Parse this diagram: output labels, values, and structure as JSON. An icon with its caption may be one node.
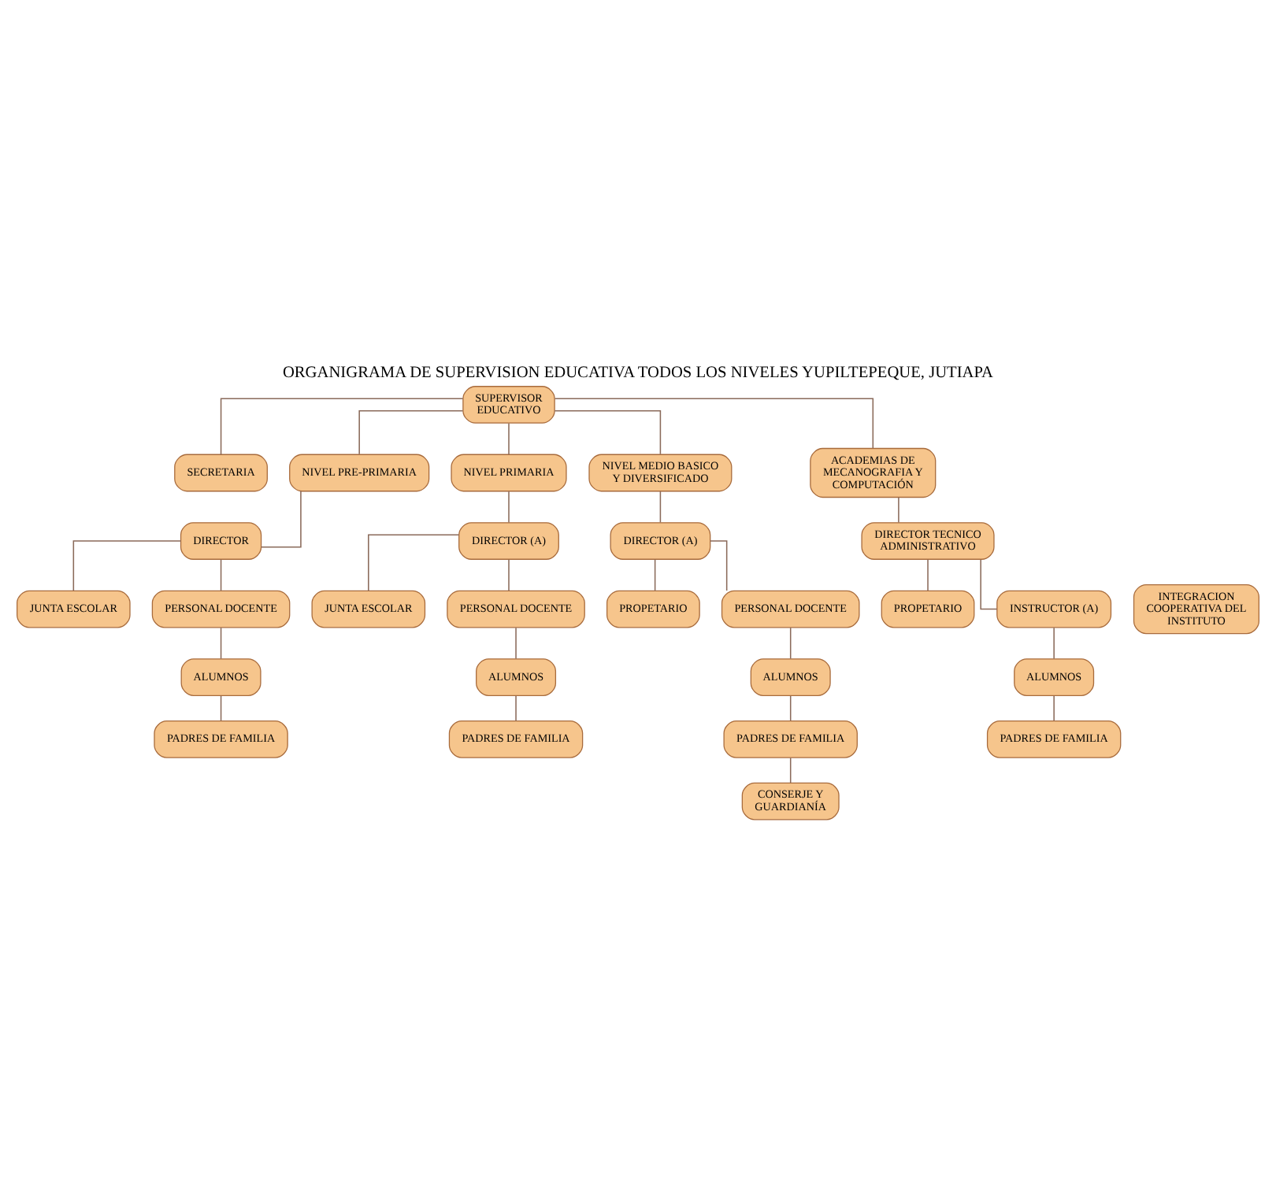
{
  "diagram": {
    "title": "ORGANIGRAMA DE SUPERVISION EDUCATIVA TODOS LOS NIVELES YUPILTEPEQUE, JUTIAPA",
    "nodes": [
      {
        "text": [
          "SUPERVISOR EDUCATIVO"
        ]
      },
      {
        "text": [
          "SECRETARIA"
        ]
      },
      {
        "text": [
          "NIVEL PRE-PRIMARIA"
        ]
      },
      {
        "text": [
          "NIVEL PRIMARIA"
        ]
      },
      {
        "text": [
          "NIVEL MEDIO BASICO Y DIVERSIFICADO"
        ]
      },
      {
        "text": [
          "ACADEMIAS DE MECANOGRAFIA Y COMPUTACIÓN"
        ]
      },
      {
        "text": [
          "DIRECTOR"
        ]
      },
      {
        "text": [
          "DIRECTOR (A)"
        ]
      },
      {
        "text": [
          "DIRECTOR (A)"
        ]
      },
      {
        "text": [
          "DIRECTOR TECNICO ADMINISTRATIVO"
        ]
      },
      {
        "text": [
          "JUNTA ESCOLAR"
        ]
      },
      {
        "text": [
          "PROPETARIO"
        ]
      },
      {
        "text": [
          "INTEGRACION COOPERATIVA DEL INSTITUTO"
        ]
      },
      {
        "text": [
          "JUNTA ESCOLAR"
        ]
      },
      {
        "text": [
          "PROPETARIO"
        ]
      },
      {
        "text": [
          "PERSONAL DOCENTE"
        ]
      },
      {
        "text": [
          "PERSONAL DOCENTE"
        ]
      },
      {
        "text": [
          "PERSONAL DOCENTE"
        ]
      },
      {
        "text": [
          "INSTRUCTOR (A)"
        ]
      },
      {
        "text": [
          "ALUMNOS"
        ]
      },
      {
        "text": [
          "ALUMNOS"
        ]
      },
      {
        "text": [
          "ALUMNOS"
        ]
      },
      {
        "text": [
          "ALUMNOS"
        ]
      },
      {
        "text": [
          "PADRES DE FAMILIA"
        ]
      },
      {
        "text": [
          "PADRES DE FAMILIA"
        ]
      },
      {
        "text": [
          "PADRES DE FAMILIA"
        ]
      },
      {
        "text": [
          "PADRES DE FAMILIA"
        ]
      },
      {
        "text": [
          "CONSERJE Y GUARDIANÍA"
        ]
      }
    ],
    "edges": [
      {
        "from": 0,
        "to": 1,
        "arrow": "none"
      },
      {
        "from": 0,
        "to": 2,
        "arrow": "none"
      },
      {
        "from": 0,
        "to": 3,
        "arrow": "none"
      },
      {
        "from": 0,
        "to": 4,
        "arrow": "none"
      },
      {
        "from": 0,
        "to": 5,
        "arrow": "none"
      },
      {
        "from": 2,
        "to": 6,
        "arrow": "none"
      },
      {
        "from": 6,
        "to": 10,
        "arrow": "none"
      },
      {
        "from": 6,
        "to": 15,
        "arrow": "none"
      },
      {
        "from": 15,
        "to": 19,
        "arrow": "none"
      },
      {
        "from": 19,
        "to": 23,
        "arrow": "none"
      },
      {
        "from": 3,
        "to": 7,
        "arrow": "none"
      },
      {
        "from": 7,
        "to": 13,
        "arrow": "none"
      },
      {
        "from": 7,
        "to": 16,
        "arrow": "none"
      },
      {
        "from": 16,
        "to": 20,
        "arrow": "none"
      },
      {
        "from": 20,
        "to": 24,
        "arrow": "none"
      },
      {
        "from": 4,
        "to": 8,
        "arrow": "none"
      },
      {
        "from": 8,
        "to": 11,
        "arrow": "none"
      },
      {
        "from": 8,
        "to": 17,
        "arrow": "none"
      },
      {
        "from": 17,
        "to": 21,
        "arrow": "none"
      },
      {
        "from": 21,
        "to": 25,
        "arrow": "none"
      },
      {
        "from": 25,
        "to": 27,
        "arrow": "none"
      },
      {
        "from": 5,
        "to": 9,
        "arrow": "none"
      },
      {
        "from": 9,
        "to": 14,
        "arrow": "none"
      },
      {
        "from": 9,
        "to": 18,
        "arrow": "none"
      },
      {
        "from": 18,
        "to": 22,
        "arrow": "none"
      },
      {
        "from": 22,
        "to": 26,
        "arrow": "none"
      }
    ]
  }
}
